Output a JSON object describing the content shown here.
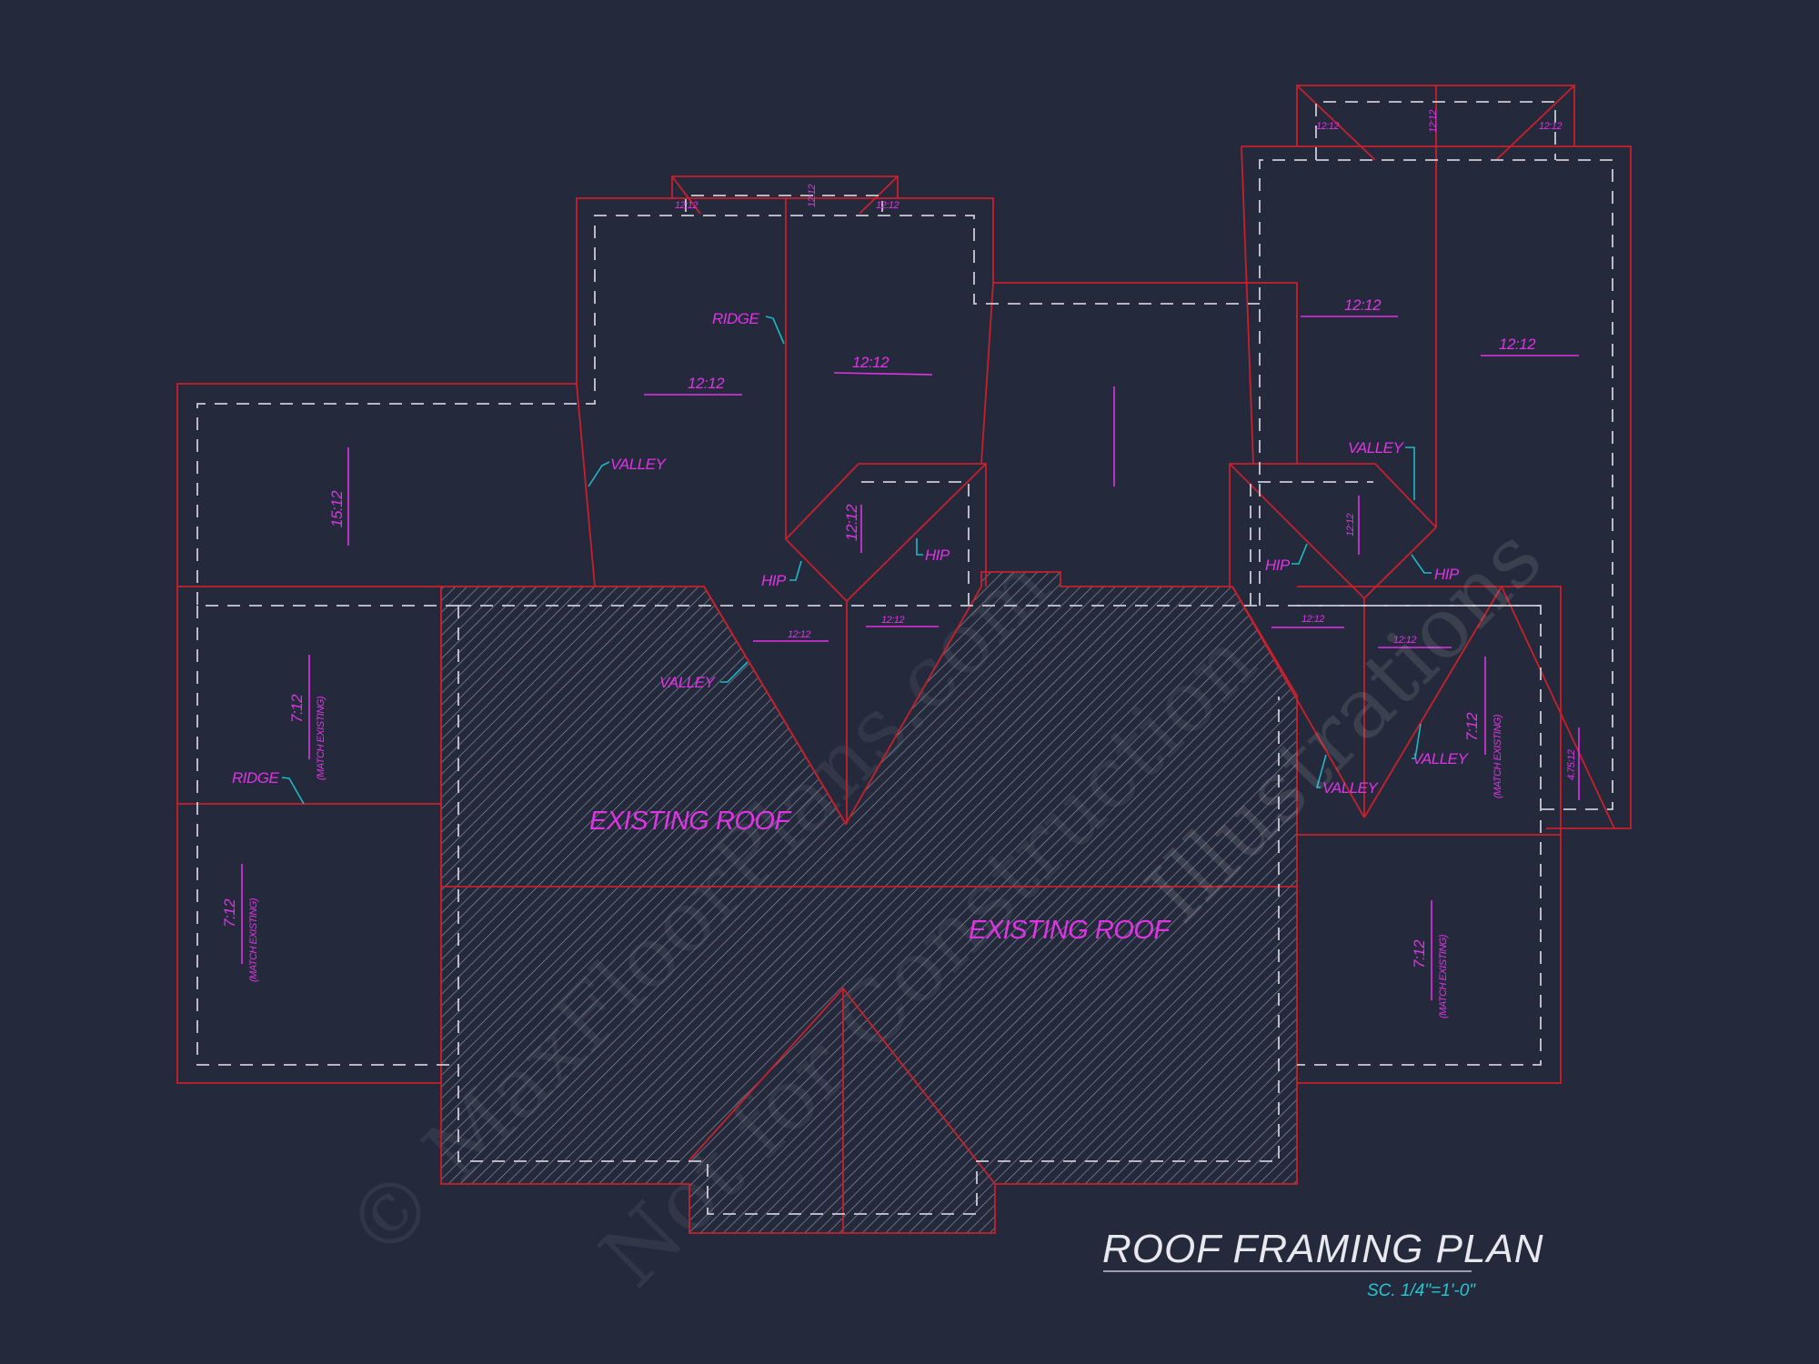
{
  "drawing": {
    "title": "ROOF FRAMING PLAN",
    "scale": "SC. 1/4\"=1'-0\"",
    "colors": {
      "background": "#242a3b",
      "roof_lines": "#c8202c",
      "labels": "#e033e6",
      "leaders": "#1fb8c6",
      "overhang_dashes": "#c9ccd6"
    },
    "watermark": [
      "© MaxFloorPlans.com",
      "Not for Construction",
      "Illustrations"
    ],
    "labels": {
      "ridge": "RIDGE",
      "valley": "VALLEY",
      "hip": "HIP",
      "pitch_12": "12:12",
      "pitch_15": "15:12",
      "pitch_7": "7:12",
      "pitch_475": "4.75:12",
      "match_existing": "(MATCH EXISTING)",
      "existing_roof": "EXISTING ROOF"
    }
  }
}
